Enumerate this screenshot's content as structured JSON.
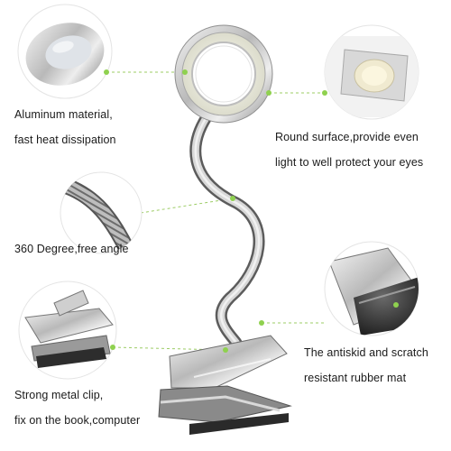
{
  "callouts": {
    "aluminum": {
      "line1": "Aluminum material,",
      "line2": "fast heat dissipation"
    },
    "round_surface": {
      "line1": "Round surface,provide even",
      "line2": "light to well protect your eyes"
    },
    "degree": {
      "line1": "360 Degree,free angle"
    },
    "antiskid": {
      "line1": "The antiskid and scratch",
      "line2": "resistant rubber mat"
    },
    "clip": {
      "line1": "Strong metal clip,",
      "line2": "fix on the book,computer"
    }
  },
  "colors": {
    "accent_dot": "#8fd14f",
    "leader_line": "#9ccc65",
    "chrome": "#c9c9c9"
  }
}
